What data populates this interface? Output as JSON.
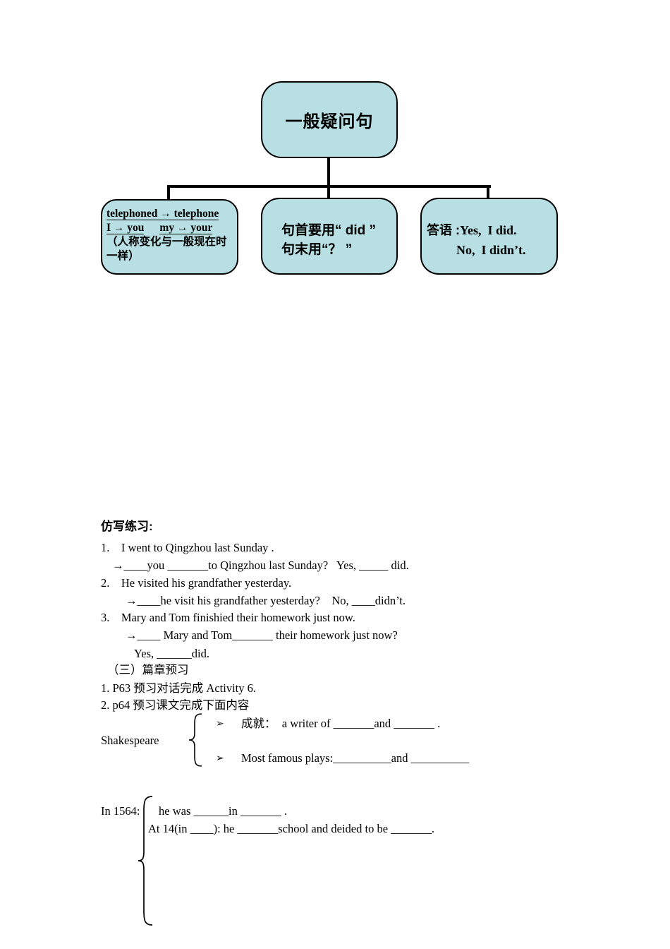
{
  "colors": {
    "box_fill": "#b8dfe3",
    "box_border": "#000000",
    "connector": "#000000",
    "text": "#000000"
  },
  "flowchart": {
    "root": "一般疑问句",
    "left": {
      "l1": "telephoned → telephone",
      "l2a": "I → you",
      "l2b": "my → your",
      "l3": "（人称变化与一般现在时",
      "l4": "一样）"
    },
    "middle": {
      "l1": "句首要用“ did ”",
      "l2": "句末用“？ ”"
    },
    "right": {
      "label": "答语 :",
      "l1": "Yes,  I did.",
      "l2": "No,  I didn’t."
    }
  },
  "practice": {
    "heading": "仿写练习:",
    "q1": "1.    I went to Qingzhou last Sunday .",
    "q1_answer": "→____you _______to Qingzhou last Sunday?   Yes, _____ did.",
    "q2": "2.    He visited his grandfather yesterday.",
    "q2_answer": "→____he visit his grandfather yesterday?    No, ____didn’t.",
    "q3": "3.    Mary and Tom finishied their homework just now.",
    "q3_answer": "→____ Mary and Tom_______ their homework just now?",
    "q3_answer2": "Yes, ______did.",
    "section": "（三）篇章预习",
    "item1": "1. P63 预习对话完成 Activity 6.",
    "item2": "2. p64 预习课文完成下面内容"
  },
  "shakespeare": {
    "label": "Shakespeare",
    "bullet1": "➢",
    "achievement": "成就：  a writer of _______and _______ .",
    "bullet2": "➢",
    "plays": "Most famous plays:__________and __________"
  },
  "timeline": {
    "label": "In 1564:",
    "born": "he was ______in _______ .",
    "at14": "At 14(in ____): he _______school and deided to be _______."
  }
}
